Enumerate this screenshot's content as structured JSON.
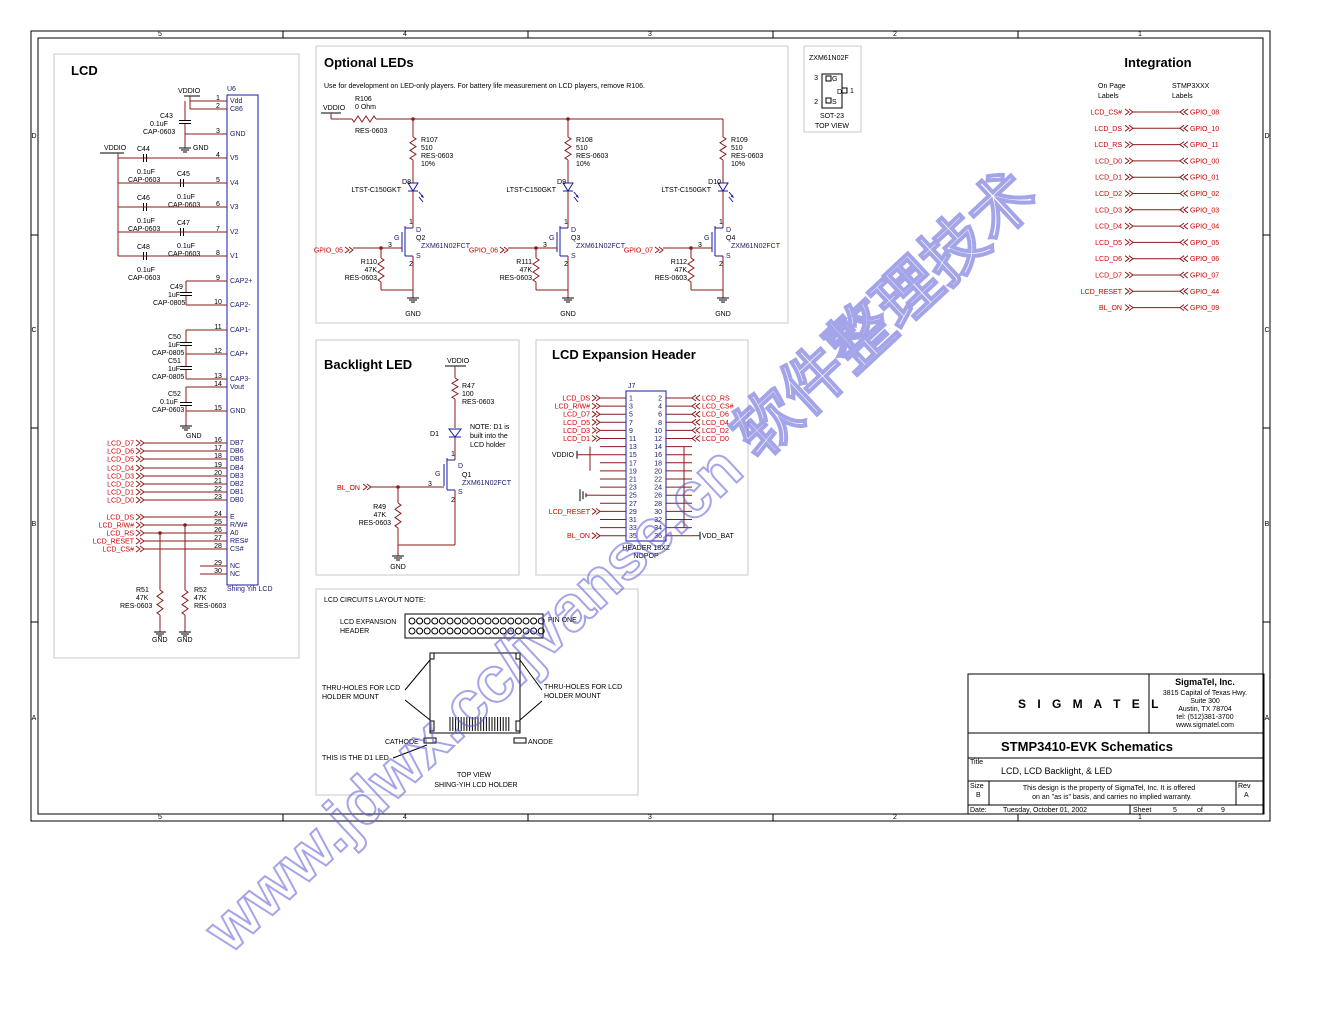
{
  "frame": {
    "cols": [
      "5",
      "4",
      "3",
      "2",
      "1"
    ],
    "rows": [
      "D",
      "C",
      "B",
      "A"
    ]
  },
  "lcd": {
    "title": "LCD",
    "ref": "U6",
    "vddio": "VDDIO",
    "part": "Shing Yih LCD",
    "gnd": "GND",
    "pins": [
      {
        "n": "1",
        "name": "Vdd"
      },
      {
        "n": "2",
        "name": "C86"
      },
      {
        "n": "3",
        "name": "GND"
      },
      {
        "n": "4",
        "name": "V5"
      },
      {
        "n": "5",
        "name": "V4"
      },
      {
        "n": "6",
        "name": "V3"
      },
      {
        "n": "7",
        "name": "V2"
      },
      {
        "n": "8",
        "name": "V1"
      },
      {
        "n": "9",
        "name": "CAP2+"
      },
      {
        "n": "10",
        "name": "CAP2-"
      },
      {
        "n": "11",
        "name": "CAP1-"
      },
      {
        "n": "12",
        "name": "CAP+"
      },
      {
        "n": "13",
        "name": "CAP3-"
      },
      {
        "n": "14",
        "name": "Vout"
      },
      {
        "n": "15",
        "name": "GND"
      },
      {
        "n": "16",
        "name": "DB7"
      },
      {
        "n": "17",
        "name": "DB6"
      },
      {
        "n": "18",
        "name": "DB5"
      },
      {
        "n": "19",
        "name": "DB4"
      },
      {
        "n": "20",
        "name": "DB3"
      },
      {
        "n": "21",
        "name": "DB2"
      },
      {
        "n": "22",
        "name": "DB1"
      },
      {
        "n": "23",
        "name": "DB0"
      },
      {
        "n": "24",
        "name": "E"
      },
      {
        "n": "25",
        "name": "R/W#"
      },
      {
        "n": "26",
        "name": "A0"
      },
      {
        "n": "27",
        "name": "RES#"
      },
      {
        "n": "28",
        "name": "CS#"
      },
      {
        "n": "29",
        "name": "NC"
      },
      {
        "n": "30",
        "name": "NC"
      }
    ],
    "caps": [
      {
        "ref": "C43",
        "val": "0.1uF",
        "pkg": "CAP-0603"
      },
      {
        "ref": "C44",
        "val": "0.1uF",
        "pkg": "CAP-0603"
      },
      {
        "ref": "C45",
        "val": "0.1uF",
        "pkg": "CAP-0603"
      },
      {
        "ref": "C46",
        "val": "0.1uF",
        "pkg": "CAP-0603"
      },
      {
        "ref": "C47",
        "val": "0.1uF",
        "pkg": "CAP-0603"
      },
      {
        "ref": "C48",
        "val": "0.1uF",
        "pkg": "CAP-0603"
      },
      {
        "ref": "C49",
        "val": "1uF",
        "pkg": "CAP-0805"
      },
      {
        "ref": "C50",
        "val": "1uF",
        "pkg": "CAP-0805"
      },
      {
        "ref": "C51",
        "val": "1uF",
        "pkg": "CAP-0805"
      },
      {
        "ref": "C52",
        "val": "0.1uF",
        "pkg": "CAP-0603"
      }
    ],
    "nets": [
      "LCD_D7",
      "LCD_D6",
      "LCD_D5",
      "LCD_D4",
      "LCD_D3",
      "LCD_D2",
      "LCD_D1",
      "LCD_D0",
      "LCD_DS",
      "LCD_R/W#",
      "LCD_RS",
      "LCD_RESET",
      "LCD_CS#"
    ],
    "r51": {
      "ref": "R51",
      "val": "47K",
      "pkg": "RES-0603"
    },
    "r52": {
      "ref": "R52",
      "val": "47K",
      "pkg": "RES-0603"
    }
  },
  "leds": {
    "title": "Optional LEDs",
    "note": "Use for development on LED-only players.  For battery life measurement on LCD players, remove R106.",
    "vddio": "VDDIO",
    "r106": {
      "ref": "R106",
      "val": "0 Ohm",
      "pkg": "RES-0603"
    },
    "ch": [
      {
        "r": "R107",
        "d": "D8",
        "q": "Q2",
        "gpio": "GPIO_05",
        "rg": "R110"
      },
      {
        "r": "R108",
        "d": "D9",
        "q": "Q3",
        "gpio": "GPIO_06",
        "rg": "R111"
      },
      {
        "r": "R109",
        "d": "D10",
        "q": "Q4",
        "gpio": "GPIO_07",
        "rg": "R112"
      }
    ],
    "rval": "510",
    "rpkg": "RES-0603",
    "rtol": "10%",
    "led": "LTST-C150GKT",
    "fet": "ZXM61N02FCT",
    "rgval": "47K",
    "gnd": "GND"
  },
  "sot": {
    "title": "ZXM61N02F",
    "pkg": "SOT-23",
    "view": "TOP VIEW"
  },
  "integ": {
    "title": "Integration",
    "h1": "On Page Labels",
    "h2": "STMP3XXX Labels",
    "rows": [
      [
        "LCD_CS#",
        "GPIO_08"
      ],
      [
        "LCD_DS",
        "GPIO_10"
      ],
      [
        "LCD_RS",
        "GPIO_11"
      ],
      [
        "LCD_D0",
        "GPIO_00"
      ],
      [
        "LCD_D1",
        "GPIO_01"
      ],
      [
        "LCD_D2",
        "GPIO_02"
      ],
      [
        "LCD_D3",
        "GPIO_03"
      ],
      [
        "LCD_D4",
        "GPIO_04"
      ],
      [
        "LCD_D5",
        "GPIO_05"
      ],
      [
        "LCD_D6",
        "GPIO_06"
      ],
      [
        "LCD_D7",
        "GPIO_07"
      ],
      [
        "LCD_RESET",
        "GPIO_44"
      ],
      [
        "BL_ON",
        "GPIO_09"
      ]
    ]
  },
  "back": {
    "title": "Backlight LED",
    "vddio": "VDDIO",
    "r47": {
      "ref": "R47",
      "val": "100",
      "pkg": "RES-0603"
    },
    "d1": "D1",
    "note": "NOTE: D1 is built into the LCD holder",
    "q": "Q1",
    "fet": "ZXM61N02FCT",
    "bl": "BL_ON",
    "r49": {
      "ref": "R49",
      "val": "47K",
      "pkg": "RES-0603"
    },
    "gnd": "GND"
  },
  "exp": {
    "title": "LCD Expansion Header",
    "ref": "J7",
    "part": "HEADER 18X2",
    "nopop": "NOPOP",
    "left": [
      "LCD_DS",
      "LCD_R/W#",
      "LCD_D7",
      "LCD_D5",
      "LCD_D3",
      "LCD_D1"
    ],
    "right": [
      "LCD_RS",
      "LCD_CS#",
      "LCD_D6",
      "LCD_D4",
      "LCD_D2",
      "LCD_D0"
    ],
    "vddio": "VDDIO",
    "reset": "LCD_RESET",
    "bl": "BL_ON",
    "vbat": "VDD_BAT"
  },
  "layout": {
    "title": "LCD CIRCUITS LAYOUT NOTE:",
    "hdr": "LCD EXPANSION HEADER",
    "pin1": "PIN ONE",
    "thru": "THRU-HOLES FOR LCD HOLDER MOUNT",
    "cath": "CATHODE",
    "anode": "ANODE",
    "d1": "THIS IS THE D1 LED",
    "view": "TOP VIEW",
    "holder": "SHING-YIH LCD HOLDER"
  },
  "tblock": {
    "company": "SigmaTel, Inc.",
    "addr": [
      "3815 Capital of Texas Hwy.",
      "Suite 300",
      "Austin, TX  78704",
      "tel: (512)381-3700",
      "www.sigmatel.com"
    ],
    "logo": "SIGMATEL",
    "doc": "STMP3410-EVK Schematics",
    "title_lbl": "Title",
    "sub": "LCD, LCD Backlight, & LED",
    "size_lbl": "Size",
    "size": "B",
    "disclaim": "This design is the property of SigmaTel, Inc.  It is offered on an \"as is\" basis, and carries no implied warranty.",
    "rev_lbl": "Rev",
    "rev": "A",
    "date_lbl": "Date:",
    "date": "Tuesday, October 01, 2002",
    "sheet_lbl": "Sheet",
    "sheet": "5",
    "of": "of",
    "total": "9"
  },
  "watermark": "www.jdwx.cc/jvanse.cn 软件整理技术"
}
